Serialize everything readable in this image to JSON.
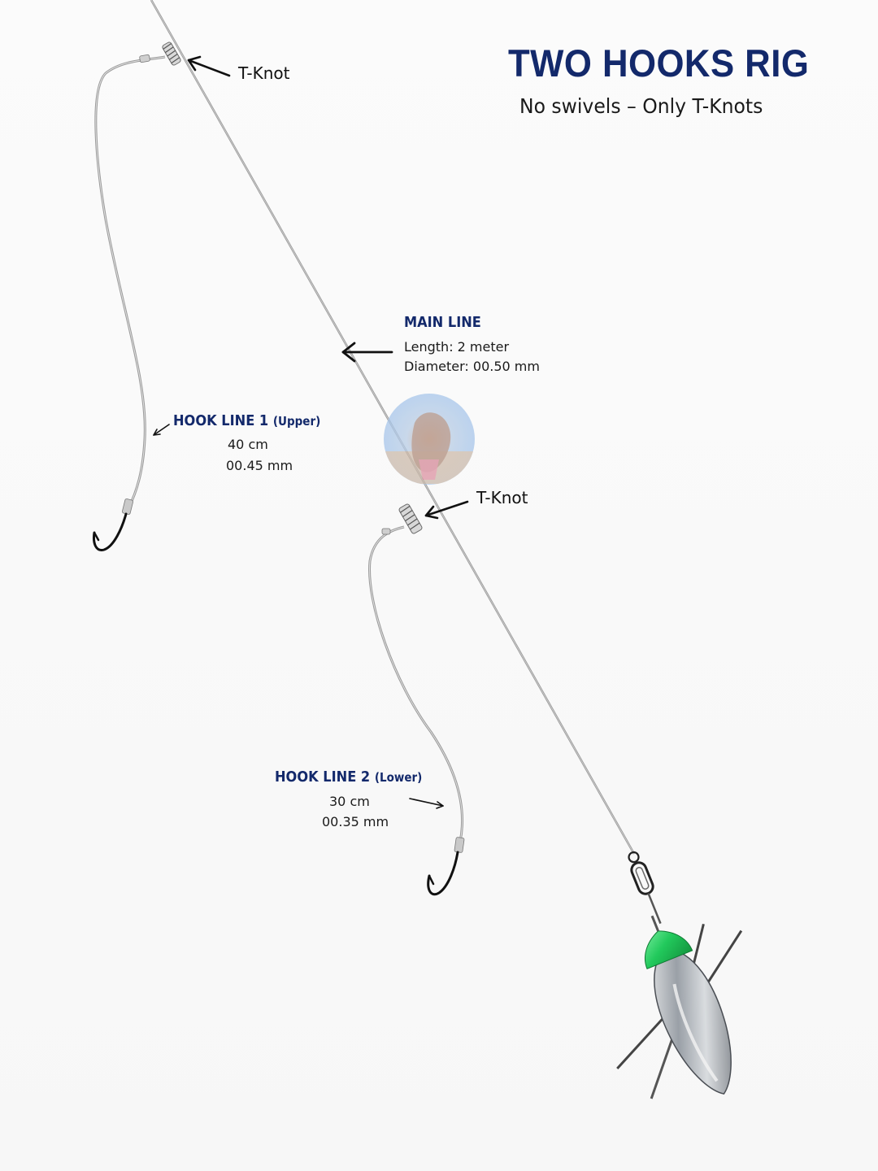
{
  "header": {
    "title": "TWO HOOKS RIG",
    "subtitle": "No swivels – Only T-Knots"
  },
  "labels": {
    "tknot_upper": "T-Knot",
    "tknot_lower": "T-Knot",
    "main_line": {
      "title": "MAIN LINE",
      "length": "Length: 2 meter",
      "diameter": "Diameter: 00.50 mm"
    },
    "hook_line_1": {
      "title": "HOOK LINE 1",
      "qualifier": "(Upper)",
      "length": "40 cm",
      "diameter": "00.45 mm"
    },
    "hook_line_2": {
      "title": "HOOK LINE 2",
      "qualifier": "(Lower)",
      "length": "30 cm",
      "diameter": "00.35 mm"
    }
  },
  "colors": {
    "title_navy": "#13296b",
    "line_gray": "#9a9a9a",
    "hook_black": "#111111",
    "sinker_green": "#2ed36b",
    "sinker_steel": "#8a8f96"
  },
  "icons": [
    "t-knot-wrap-icon",
    "hook-icon",
    "snap-swivel-icon",
    "grapnel-sinker-icon",
    "photo-watermark-icon"
  ]
}
